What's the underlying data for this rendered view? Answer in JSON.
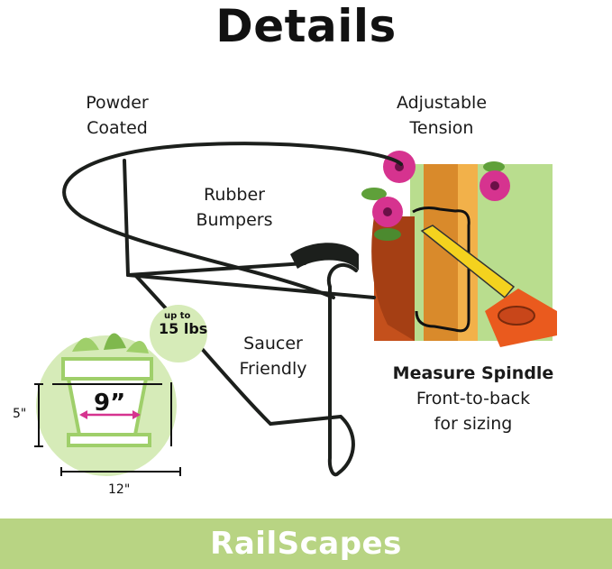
{
  "title": "Details",
  "features": {
    "powder_coated": [
      "Powder",
      "Coated"
    ],
    "adjustable_tension": [
      "Adjustable",
      "Tension"
    ],
    "rubber_bumpers": [
      "Rubber",
      "Bumpers"
    ],
    "saucer_friendly": [
      "Saucer",
      "Friendly"
    ],
    "measure_spindle": {
      "heading": "Measure Spindle",
      "lines": [
        "Front-to-back",
        "for sizing"
      ]
    }
  },
  "pot_diagram": {
    "diameter": "9”",
    "height": "5\"",
    "width": "12\"",
    "weight_prefix": "up to",
    "weight_value": "15 lbs"
  },
  "brand": "RailScapes",
  "colors": {
    "footer": "#b8d483",
    "pot_green": "#9fcf6a",
    "flower": "#d6338f",
    "pot_terracotta": "#c4501c",
    "spindle_wood": "#d98a2b",
    "tape_yellow": "#f4d21e",
    "tape_orange": "#ea5a1e"
  }
}
